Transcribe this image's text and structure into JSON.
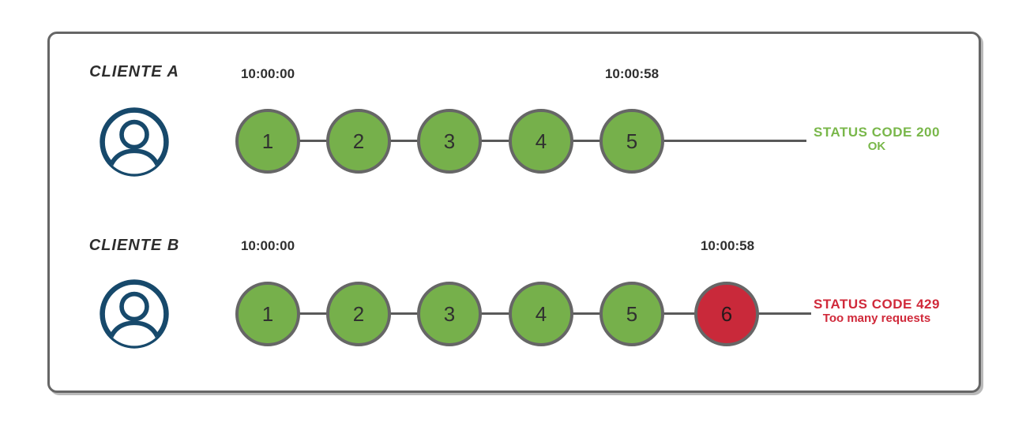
{
  "colors": {
    "request_allowed_fill": "#76b04b",
    "request_rejected_fill": "#c9293a",
    "status_ok_text": "#79b74a",
    "status_error_text": "#d0293a",
    "avatar_stroke": "#17496b",
    "connector_line": "#595959",
    "frame_border": "#666666",
    "node_border": "#666666"
  },
  "icons": {
    "client_avatar": "user-avatar-icon"
  },
  "rows": [
    {
      "client": "CLIENTE A",
      "start_time": "10:00:00",
      "end_time": "10:00:58",
      "requests": [
        "1",
        "2",
        "3",
        "4",
        "5"
      ],
      "status_line1": "STATUS CODE 200",
      "status_line2": "OK"
    },
    {
      "client": "CLIENTE B",
      "start_time": "10:00:00",
      "end_time": "10:00:58",
      "requests": [
        "1",
        "2",
        "3",
        "4",
        "5",
        "6"
      ],
      "rejected_request": "6",
      "status_line1": "STATUS CODE 429",
      "status_line2": "Too many requests"
    }
  ]
}
